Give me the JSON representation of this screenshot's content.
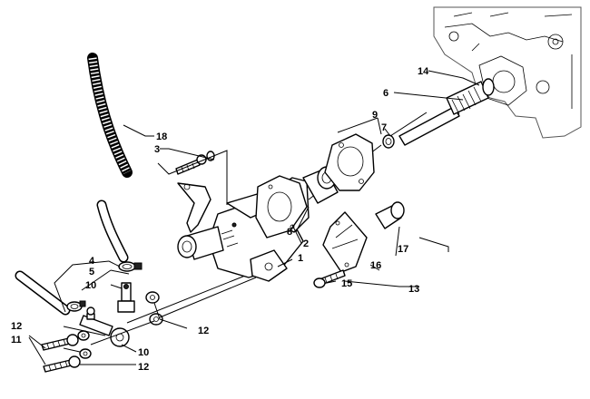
{
  "diagram": {
    "callouts": [
      {
        "id": "c1",
        "text": "1"
      },
      {
        "id": "c2",
        "text": "2"
      },
      {
        "id": "c3",
        "text": "3"
      },
      {
        "id": "c4",
        "text": "4"
      },
      {
        "id": "c5",
        "text": "5"
      },
      {
        "id": "c6",
        "text": "6"
      },
      {
        "id": "c7",
        "text": "7"
      },
      {
        "id": "c8",
        "text": "8"
      },
      {
        "id": "c9",
        "text": "9"
      },
      {
        "id": "c10a",
        "text": "10"
      },
      {
        "id": "c10b",
        "text": "10"
      },
      {
        "id": "c11",
        "text": "11"
      },
      {
        "id": "c12a",
        "text": "12"
      },
      {
        "id": "c12b",
        "text": "12"
      },
      {
        "id": "c12c",
        "text": "12"
      },
      {
        "id": "c13",
        "text": "13"
      },
      {
        "id": "c14",
        "text": "14"
      },
      {
        "id": "c15",
        "text": "15"
      },
      {
        "id": "c16",
        "text": "16"
      },
      {
        "id": "c17",
        "text": "17"
      },
      {
        "id": "c18",
        "text": "18"
      }
    ]
  }
}
